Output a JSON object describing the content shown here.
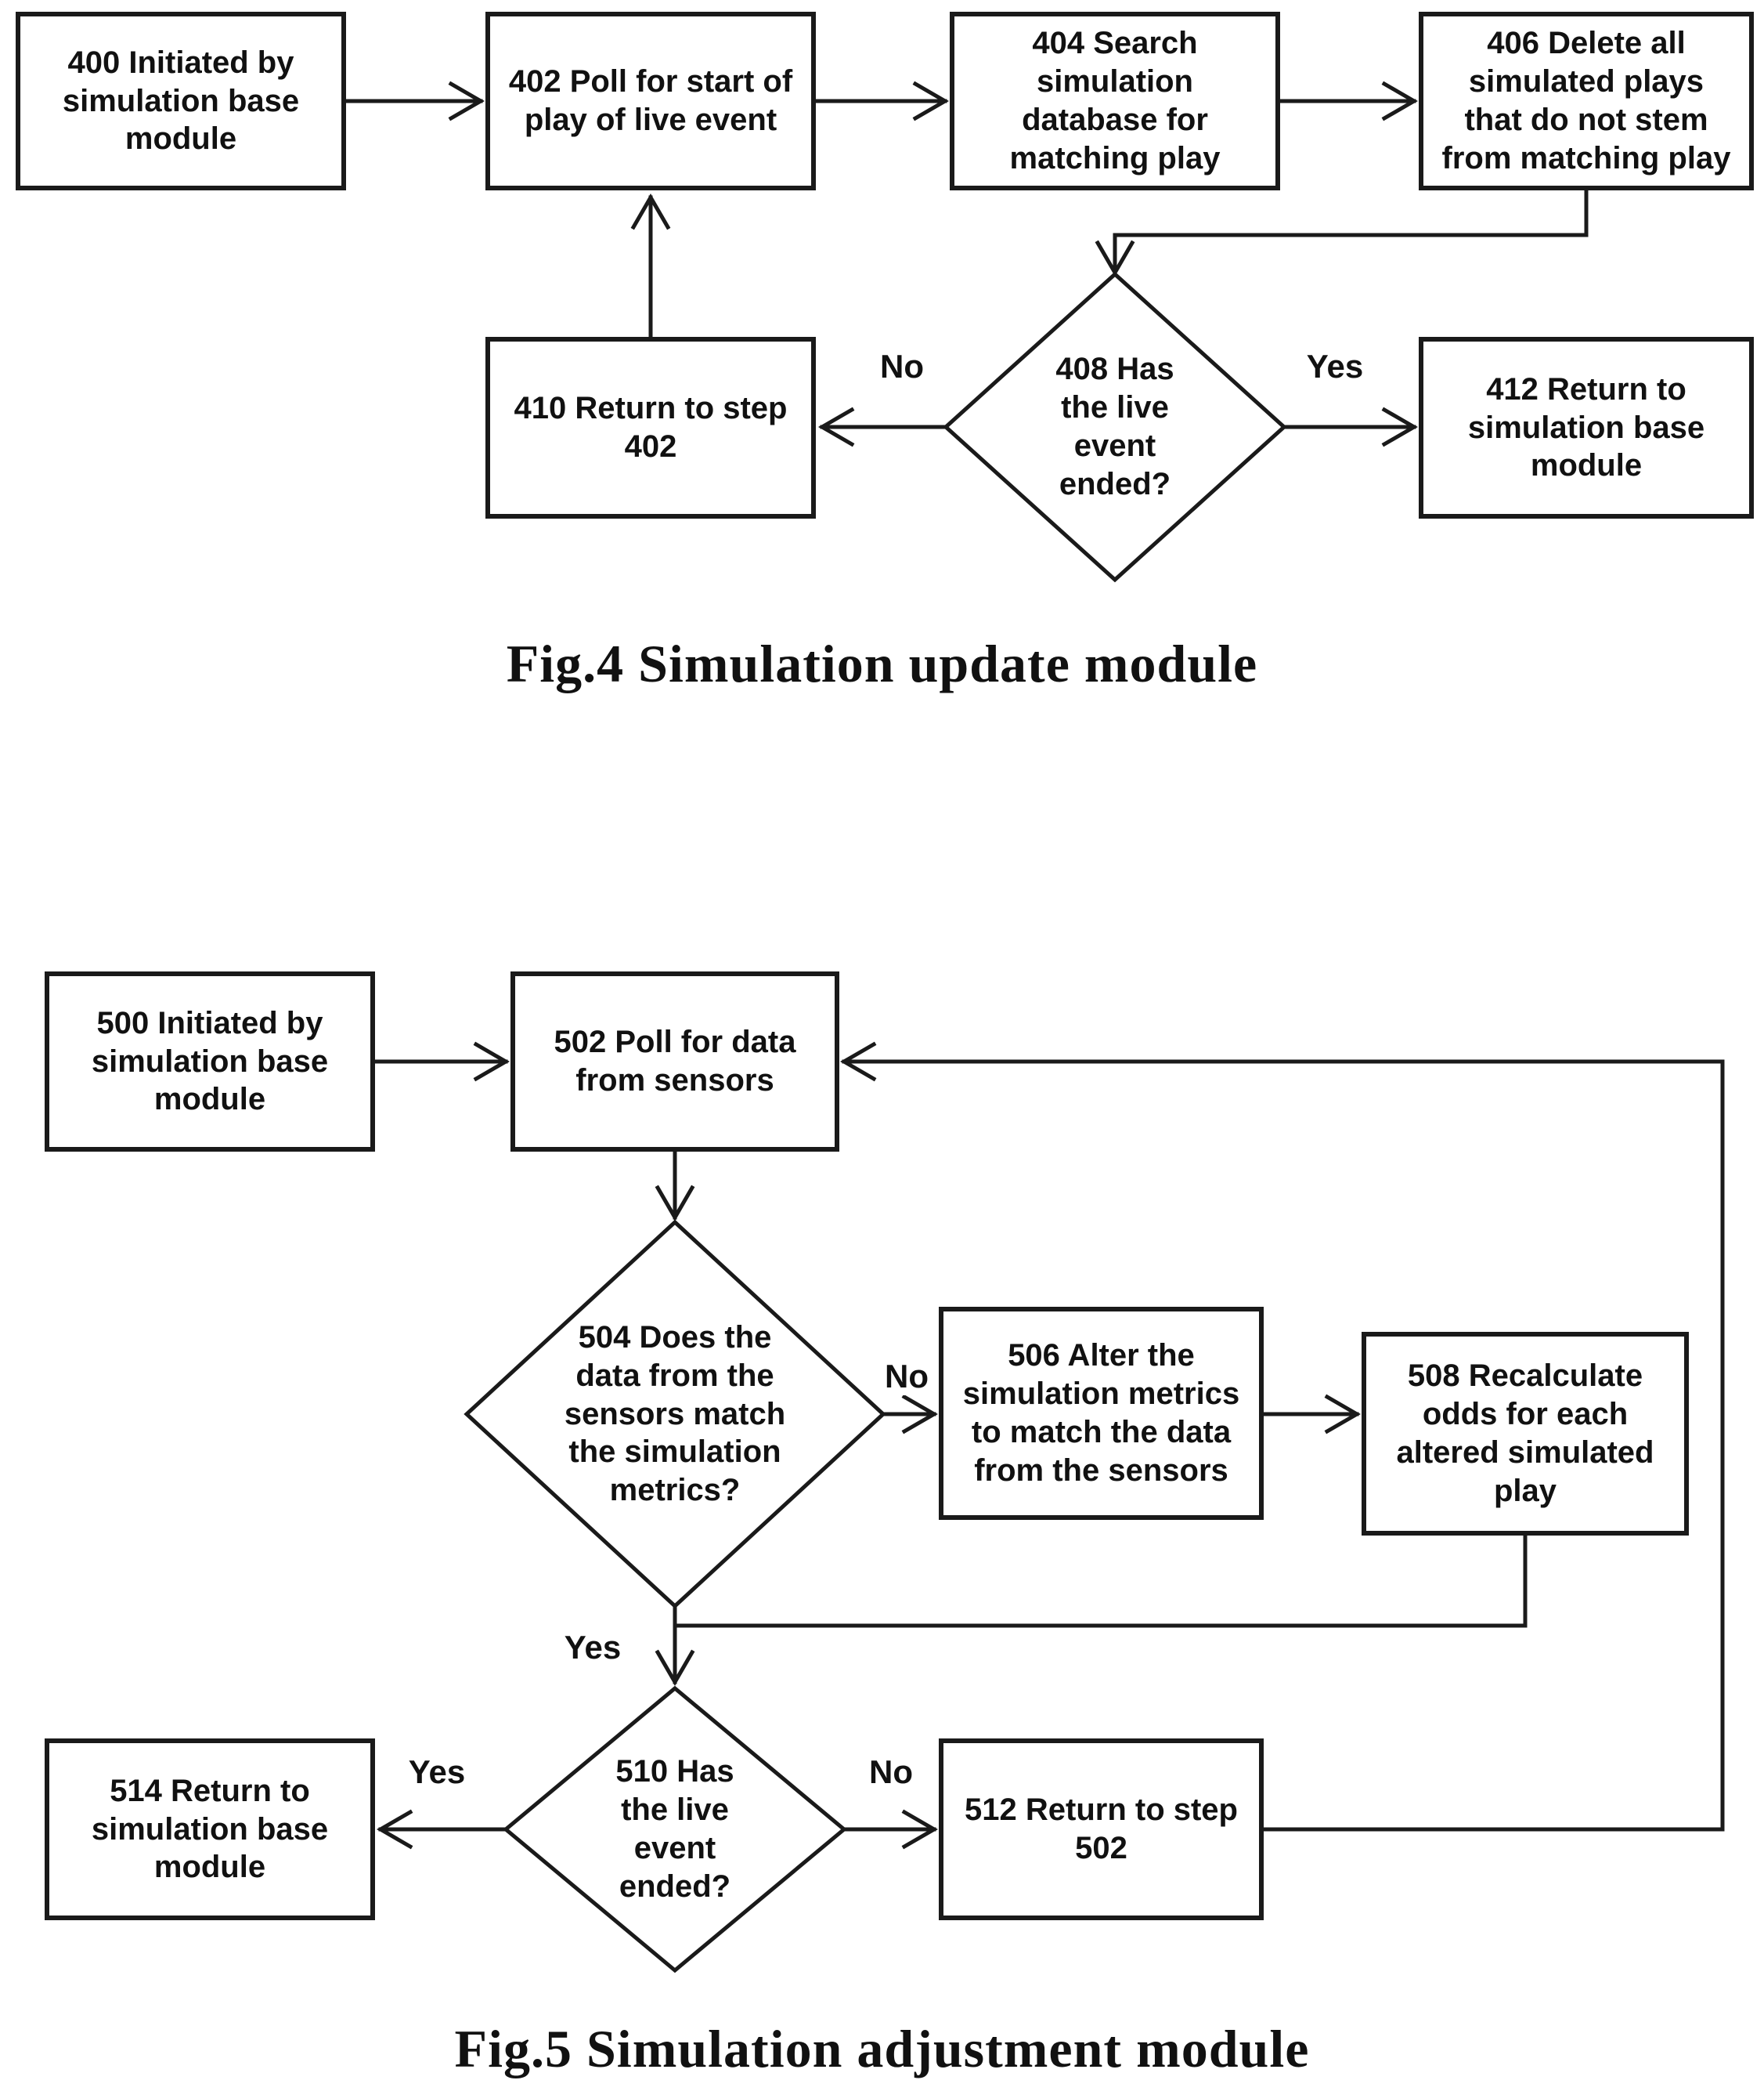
{
  "fig4": {
    "caption": "Fig.4 Simulation update module",
    "nodes": {
      "n400": "400 Initiated by\nsimulation base\nmodule",
      "n402": "402 Poll for start of\nplay of live event",
      "n404": "404 Search\nsimulation\ndatabase for\nmatching play",
      "n406": "406 Delete all\nsimulated plays\nthat do not stem\nfrom matching play",
      "n408": "408 Has\nthe live\nevent\nended?",
      "n410": "410 Return to step\n402",
      "n412": "412 Return to\nsimulation base\nmodule"
    },
    "labels": {
      "branch_408_no": "No",
      "branch_408_yes": "Yes"
    }
  },
  "fig5": {
    "caption": "Fig.5 Simulation adjustment module",
    "nodes": {
      "n500": "500 Initiated by\nsimulation base\nmodule",
      "n502": "502 Poll for data\nfrom sensors",
      "n504": "504 Does the\ndata from the\nsensors match\nthe simulation\nmetrics?",
      "n506": "506 Alter the\nsimulation metrics\nto match the data\nfrom the sensors",
      "n508": "508 Recalculate\nodds for each\naltered simulated\nplay",
      "n510": "510 Has\nthe live\nevent\nended?",
      "n512": "512 Return to step\n502",
      "n514": "514 Return to\nsimulation base\nmodule"
    },
    "labels": {
      "branch_504_no": "No",
      "branch_504_yes": "Yes",
      "branch_510_yes": "Yes",
      "branch_510_no": "No"
    }
  },
  "colors": {
    "line": "#1a1a1a",
    "background": "#ffffff",
    "text": "#111111"
  }
}
